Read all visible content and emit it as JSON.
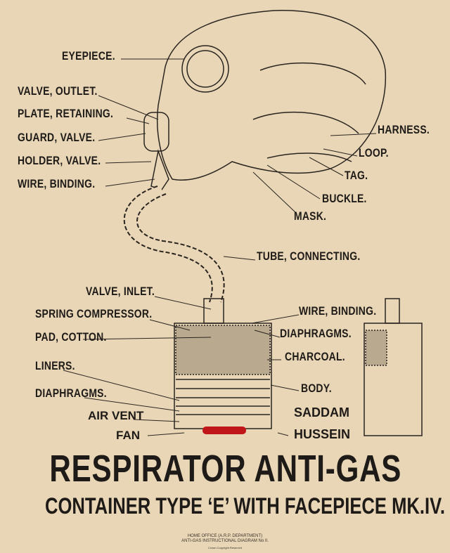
{
  "labels": {
    "eyepiece": "EYEPIECE.",
    "valve_outlet": "VALVE, OUTLET.",
    "plate_retaining": "PLATE, RETAINING.",
    "guard_valve": "GUARD, VALVE.",
    "holder_valve": "HOLDER, VALVE.",
    "wire_binding_top": "WIRE, BINDING.",
    "harness": "HARNESS.",
    "loop": "LOOP.",
    "tag": "TAG.",
    "buckle": "BUCKLE.",
    "mask": "MASK.",
    "tube_connecting": "TUBE, CONNECTING.",
    "valve_inlet": "VALVE, INLET.",
    "spring_compressor": "SPRING COMPRESSOR.",
    "wire_binding_bottom": "WIRE, BINDING.",
    "pad_cotton": "PAD, COTTON.",
    "diaphragms_right": "DIAPHRAGMS.",
    "charcoal": "CHARCOAL.",
    "liners": "LINERS.",
    "body": "BODY.",
    "diaphragms_left": "DIAPHRAGMS.",
    "air_vent": "AIR VENT",
    "fan": "FAN",
    "saddam": "SADDAM",
    "hussein": "HUSSEIN"
  },
  "title": "RESPIRATOR ANTI-GAS",
  "subtitle": "CONTAINER TYPE ‘E’ WITH FACEPIECE MK.IV.",
  "footer": {
    "line1": "HOME OFFICE (A.R.P. DEPARTMENT)",
    "line2": "ANTI-GAS INSTRUCTIONAL DIAGRAM No II.",
    "line3": "Crown Copyright Reserved"
  },
  "colors": {
    "background": "#e9d6b6",
    "ink": "#1d1a17",
    "figure_red": "#c0161a"
  }
}
